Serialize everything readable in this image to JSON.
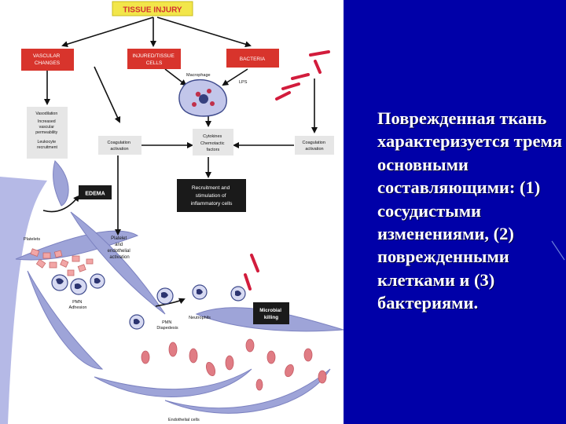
{
  "diagram": {
    "title": "TISSUE INJURY",
    "top_boxes": {
      "vascular": [
        "VASCULAR",
        "CHANGES"
      ],
      "injured": [
        "INJURED/TISSUE",
        "CELLS"
      ],
      "bacteria": "BACTERIA"
    },
    "labels": {
      "macrophage": "Macrophage",
      "lps": "LPS",
      "vascular_list": [
        "Vasodilation",
        "Increased",
        "vascular",
        "permeability",
        "Leukocyte",
        "recruitment"
      ],
      "coag_left": [
        "Coagulation",
        "activation"
      ],
      "cytokines": [
        "Cytokines",
        "Chemotactic",
        "factors"
      ],
      "coag_right": [
        "Coagulation",
        "activation"
      ],
      "edema": "EDEMA",
      "recruitment": [
        "Recruitment and",
        "stimulation of",
        "inflammatory cells"
      ],
      "platelet": [
        "Platelet",
        "and",
        "endothelial",
        "activation"
      ],
      "platelets": "Platelets",
      "pmn_adhesion": [
        "PMN",
        "Adhesion"
      ],
      "pmn_diapedesis": [
        "PMN",
        "Diapedesis"
      ],
      "neutrophils": "Neutrophils",
      "microbial": [
        "Microbial",
        "killing"
      ],
      "endothelial": "Endothelial cells"
    }
  },
  "caption": "Поврежденная ткань характеризуется тремя основными составляющими: (1) сосудистыми изменениями, (2) поврежденными клетками и (3) бактериями.",
  "colors": {
    "slide_background": "#0000a8",
    "title_box": "#f2e64a",
    "red_box": "#d8342c",
    "grey_box": "#e6e6e6",
    "dark_box": "#1a1a1a",
    "endothelium": "#9ea4d8",
    "rbc": "#e07c84",
    "platelet": "#f2a6a6",
    "bacteria": "#d21c3c"
  }
}
